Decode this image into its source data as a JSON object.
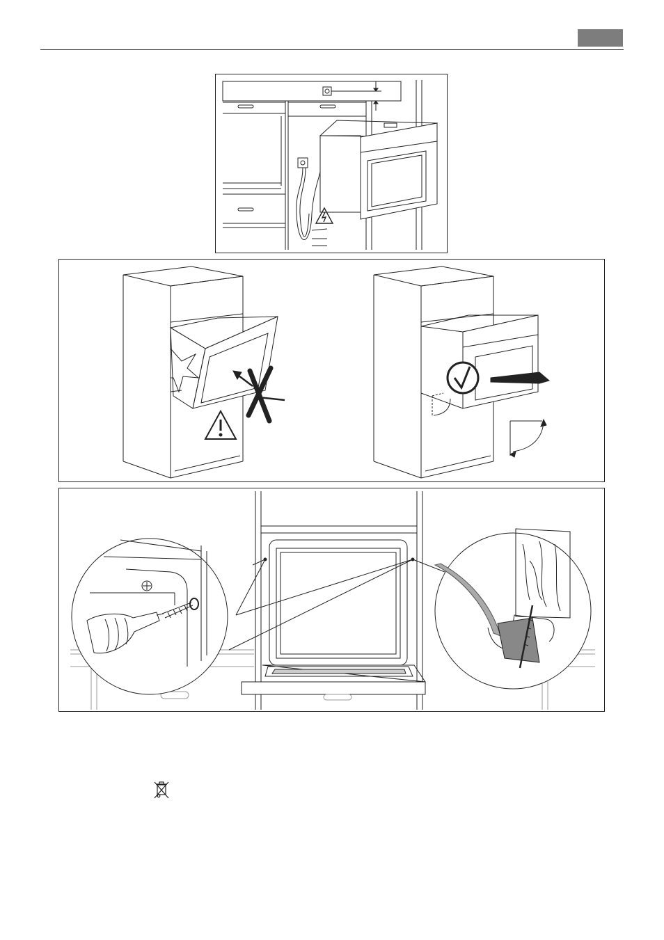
{
  "page": {
    "header": {
      "tab_color": "#7d7d7d",
      "rule_color": "#222222"
    },
    "figures": [
      {
        "id": "installation-niche",
        "icons": [
          "socket-icon",
          "electric-hazard-icon"
        ]
      },
      {
        "id": "insertion-wrong-right",
        "icons": [
          "impact-icon",
          "warning-icon",
          "cross-mark-icon",
          "check-circle-icon",
          "arrow-right-icon"
        ]
      },
      {
        "id": "fixing-screws",
        "icons": [
          "drill-icon",
          "screw-icon",
          "plus-mark-icon"
        ]
      }
    ],
    "footer_icon": "crossed-bin-icon"
  }
}
